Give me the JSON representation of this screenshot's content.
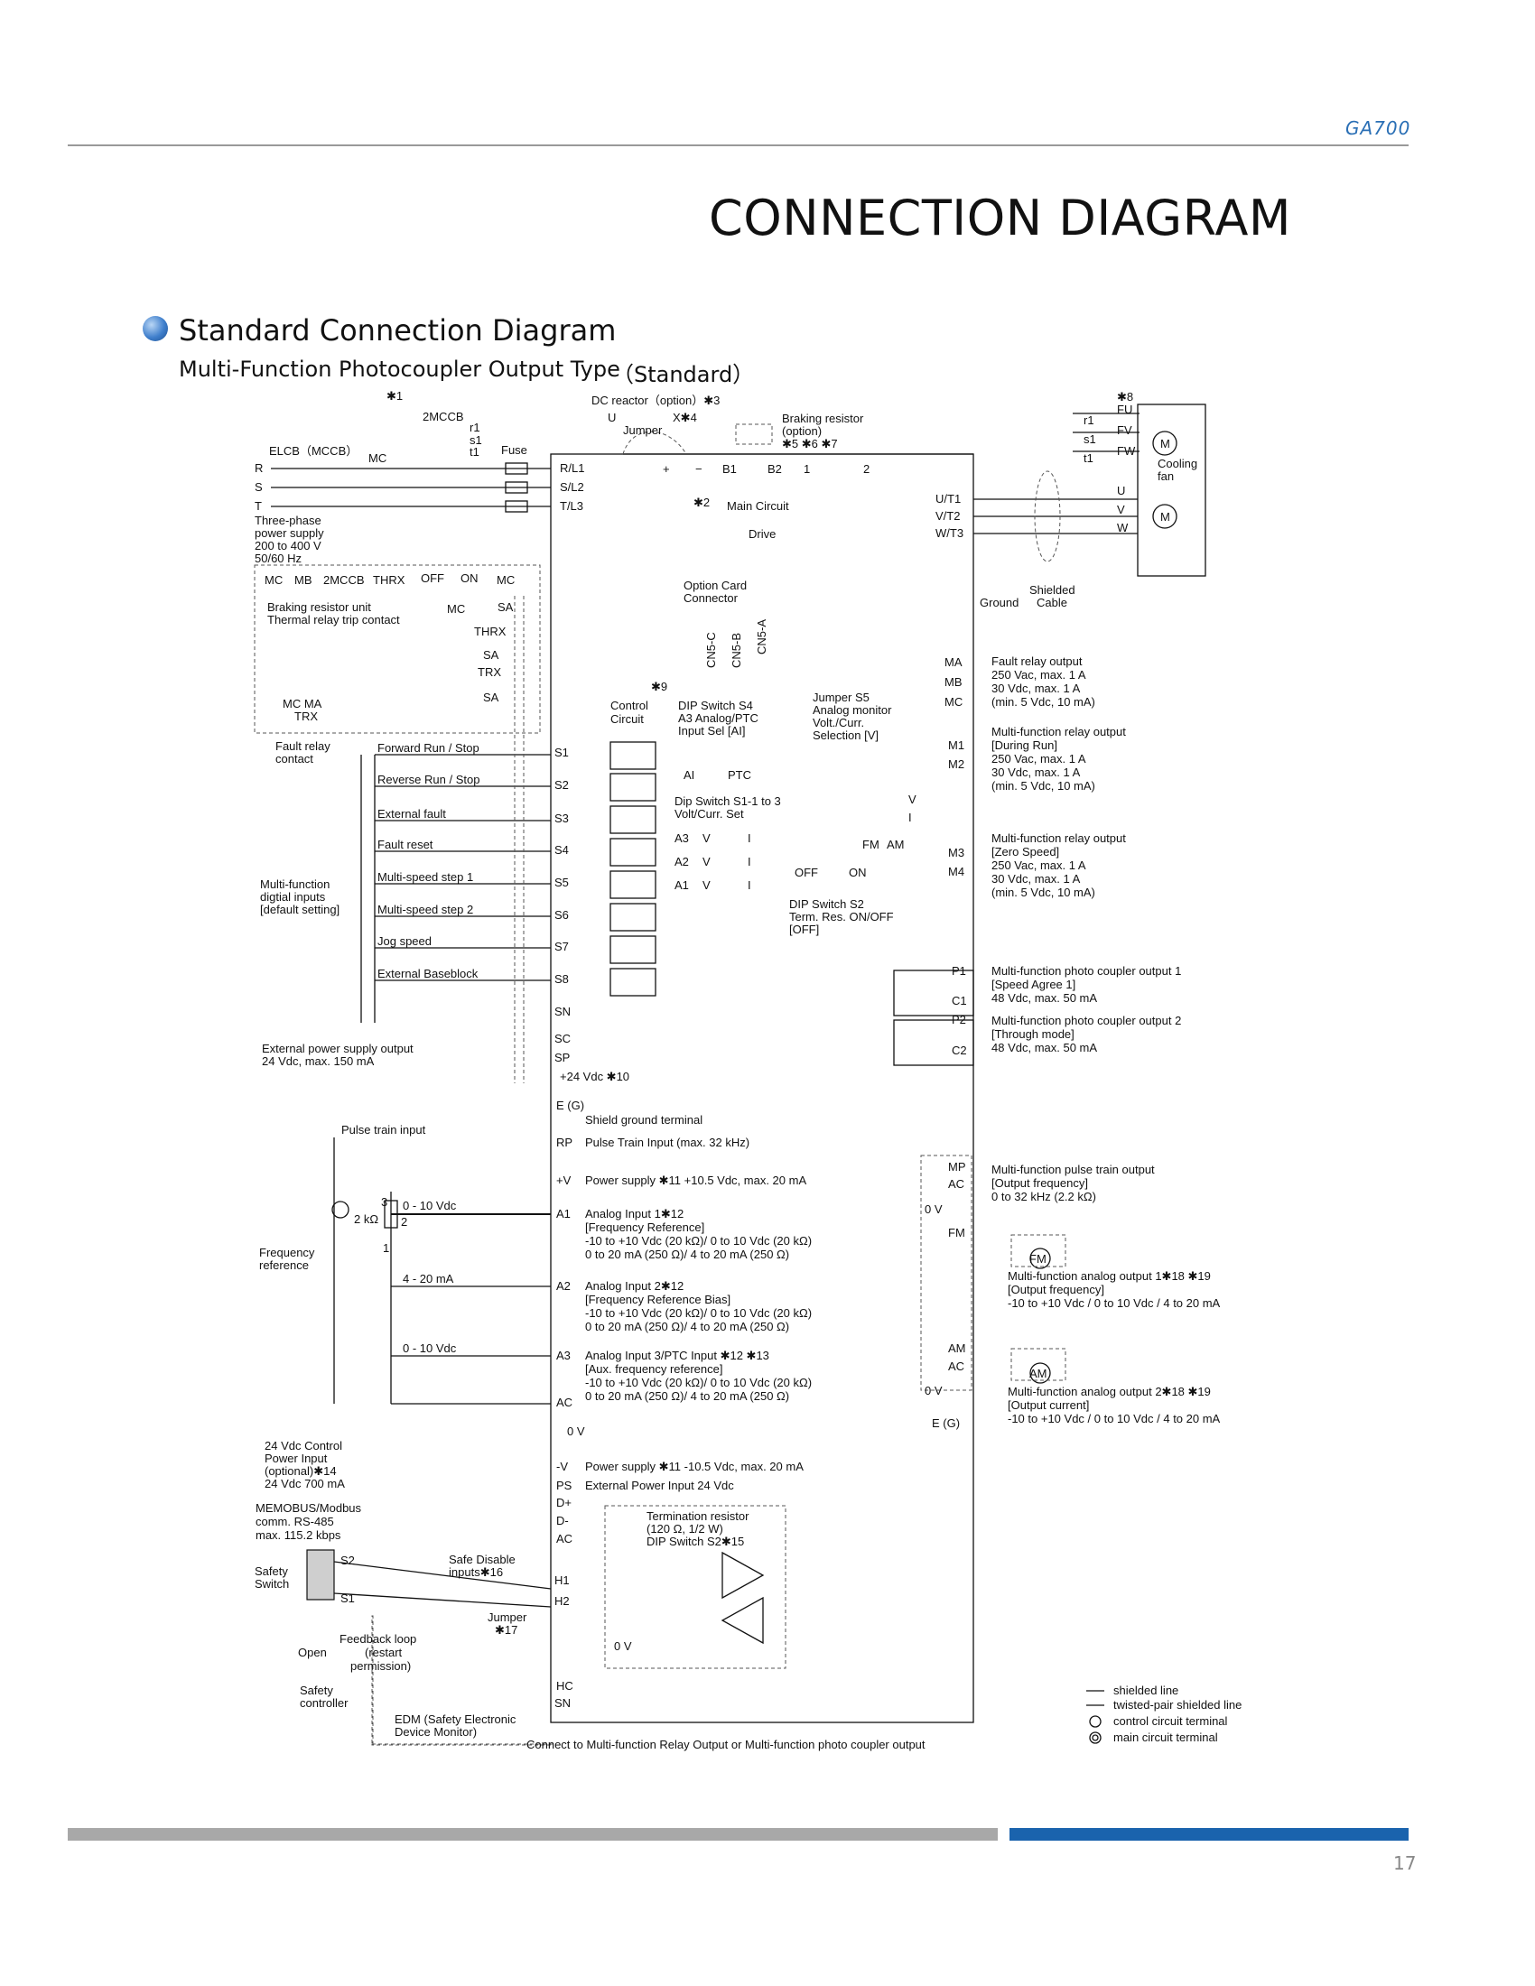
{
  "header": {
    "brand": "GA700",
    "title": "CONNECTION DIAGRAM"
  },
  "section": {
    "heading": "Standard Connection Diagram",
    "subheading": "Multi-Function Photocoupler Output Type",
    "subheading_tag": "（Standard）"
  },
  "footer": {
    "page_number": "17"
  },
  "labels": {
    "note1": "✱1",
    "mccb2": "2MCCB",
    "r1": "r1",
    "s1": "s1",
    "t1": "t1",
    "elcb": "ELCB（MCCB）",
    "mc": "MC",
    "fuse": "Fuse",
    "R": "R",
    "S": "S",
    "T": "T",
    "supply1": "Three-phase",
    "supply2": "power supply",
    "supply3": "200 to 400 V",
    "supply4": "50/60 Hz",
    "dcreactor": "DC reactor（option）✱3",
    "u": "U",
    "x": "X✱4",
    "jumper": "Jumper",
    "brk1": "Braking resistor",
    "brk2": "(option)",
    "brk3": "✱5 ✱6 ✱7",
    "plus": "+",
    "minus": "−",
    "b1": "B1",
    "b2": "B2",
    "one": "1",
    "two": "2",
    "rl1": "R/L1",
    "sl2": "S/L2",
    "tl3": "T/L3",
    "note2": "✱2",
    "main_circuit": "Main Circuit",
    "drive": "Drive",
    "fu": "FU",
    "fv": "FV",
    "fw": "FW",
    "note8": "✱8",
    "cooling1": "Cooling",
    "cooling2": "fan",
    "ut1": "U/T1",
    "vt2": "V/T2",
    "wt3": "W/T3",
    "U": "U",
    "V": "V",
    "W": "W",
    "M": "M",
    "ground": "Ground",
    "shielded1": "Shielded",
    "shielded2": "Cable",
    "thr_mc": "MC",
    "thr_mb": "MB",
    "thr_2mccb": "2MCCB",
    "thrx": "THRX",
    "off": "OFF",
    "on": "ON",
    "bru1": "Braking resistor unit",
    "bru2": "Thermal relay trip contact",
    "sa": "SA",
    "trx": "TRX",
    "mcma": "MC  MA",
    "trx2": "TRX",
    "fault1": "Fault relay",
    "fault2": "contact",
    "optcard1": "Option Card",
    "optcard2": "Connector",
    "cn5c": "CN5-C",
    "cn5b": "CN5-B",
    "cn5a": "CN5-A",
    "ma": "MA",
    "mb": "MB",
    "mc2": "MC",
    "fr1": "Fault relay output",
    "fr2": "250 Vac, max.   1 A",
    "fr3": "30 Vdc, max.   1 A",
    "fr4": "(min. 5 Vdc,  10 mA)",
    "note9": "✱9",
    "ctrl1": "Control",
    "ctrl2": "Circuit",
    "dip4a": "DIP Switch S4",
    "dip4b": "A3 Analog/PTC",
    "dip4c": "Input Sel [AI]",
    "ai": "AI",
    "ptc": "PTC",
    "dip1a": "Dip Switch S1-1 to 3",
    "dip1b": "Volt/Curr. Set",
    "a3": "A3",
    "a2": "A2",
    "a1": "A1",
    "vv": "V",
    "ii": "I",
    "js5a": "Jumper S5",
    "js5b": "Analog monitor",
    "js5c": "Volt./Curr.",
    "js5d": "Selection [V]",
    "fm": "FM",
    "am": "AM",
    "offon_off": "OFF",
    "offon_on": "ON",
    "dip2a": "DIP Switch S2",
    "dip2b": "Term. Res. ON/OFF",
    "dip2c": "[OFF]",
    "m1": "M1",
    "m2": "M2",
    "m3": "M3",
    "m4": "M4",
    "mfr1": "Multi-function relay output",
    "mfr2": "[During Run]",
    "mfr3": "250 Vac, max.   1 A",
    "mfr4": "30 Vdc, max.   1 A",
    "mfr5": "(min. 5 Vdc,  10 mA)",
    "mfr6": "Multi-function relay output",
    "mfr7": "[Zero Speed]",
    "mfr8": "250 Vac, max.   1 A",
    "mfr9": "30 Vdc, max.   1 A",
    "mfr10": "(min. 5 Vdc,  10 mA)",
    "fwd": "Forward Run / Stop",
    "rev": "Reverse Run / Stop",
    "ext": "External fault",
    "reset": "Fault reset",
    "ms1": "Multi-speed step 1",
    "ms2": "Multi-speed step 2",
    "jog": "Jog speed",
    "bb": "External Baseblock",
    "mfi1": "Multi-function",
    "mfi2": "digtial inputs",
    "mfi3": "[default setting]",
    "s1t": "S1",
    "s2t": "S2",
    "s3t": "S3",
    "s4t": "S4",
    "s5t": "S5",
    "s6t": "S6",
    "s7t": "S7",
    "s8t": "S8",
    "sn": "SN",
    "sc": "SC",
    "sp": "SP",
    "v24": "+24 Vdc ✱10",
    "extps1": "External power supply output",
    "extps2": "24 Vdc, max.   150 mA",
    "p1": "P1",
    "c1": "C1",
    "p2": "P2",
    "c2": "C2",
    "pc1": "Multi-function photo coupler output 1",
    "pc2": "[Speed Agree 1]",
    "pc3": "48 Vdc, max.   50 mA",
    "pc4": "Multi-function photo coupler output 2",
    "pc5": "[Through mode]",
    "pc6": "48 Vdc, max.   50 mA",
    "eg": "E (G)",
    "shieldgnd": "Shield ground terminal",
    "rp": "RP",
    "pti": "Pulse Train Input  (max. 32 kHz)",
    "pulse_in": "Pulse train input",
    "pv": "+V",
    "psp": "Power supply ✱11 +10.5 Vdc, max.   20 mA",
    "freq1": "Frequency",
    "freq2": "reference",
    "k2": "2 kΩ",
    "n3": "3",
    "n2": "2",
    "n1": "1",
    "r010a": "0 - 10 Vdc",
    "r420": "4 - 20 mA",
    "r010b": "0 - 10 Vdc",
    "a1t": "A1",
    "a2t": "A2",
    "a3t": "A3",
    "act": "AC",
    "zv": "0 V",
    "ai1a": "Analog Input 1✱12",
    "ai1b": "[Frequency Reference]",
    "ai1c": "-10 to +10 Vdc (20 kΩ)/ 0 to 10 Vdc (20 kΩ)",
    "ai1d": "0 to 20 mA (250 Ω)/ 4 to 20 mA (250 Ω)",
    "ai2a": "Analog Input 2✱12",
    "ai2b": "[Frequency Reference Bias]",
    "ai2c": "-10 to +10 Vdc (20 kΩ)/ 0 to 10 Vdc (20 kΩ)",
    "ai2d": "0 to 20 mA (250 Ω)/ 4 to 20 mA (250 Ω)",
    "ai3a": "Analog Input 3/PTC Input ✱12 ✱13",
    "ai3b": "[Aux. frequency reference]",
    "ai3c": "-10 to +10 Vdc (20 kΩ)/ 0 to 10 Vdc (20 kΩ)",
    "ai3d": "0 to 20 mA (250 Ω)/ 4 to 20 mA (250 Ω)",
    "mp": "MP",
    "ac2": "AC",
    "zv2": "0 V",
    "fm2": "FM",
    "am2": "AM",
    "ac3": "AC",
    "zv3": "0 V",
    "eg2": "E (G)",
    "mpo1": "Multi-function pulse train output",
    "mpo2": "[Output frequency]",
    "mpo3": "0 to 32 kHz (2.2 kΩ)",
    "mao1": "Multi-function analog output 1✱18 ✱19",
    "mao2": "[Output frequency]",
    "mao3": "-10 to +10 Vdc /  0 to 10 Vdc /  4 to 20 mA",
    "mao4": "Multi-function analog output 2✱18 ✱19",
    "mao5": "[Output current]",
    "mao6": "-10 to +10 Vdc /  0 to 10 Vdc /  4 to 20 mA",
    "cp1": "24 Vdc Control",
    "cp2": "Power Input",
    "cp3": "(optional)✱14",
    "cp4": "24 Vdc  700 mA",
    "mv": "-V",
    "psn": "Power supply ✱11 -10.5 Vdc, max.   20 mA",
    "ps": "PS",
    "epi": "External Power Input   24 Vdc",
    "mb1": "MEMOBUS/Modbus",
    "mb2": "comm. RS-485",
    "mb3": "max. 115.2 kbps",
    "dp": "D+",
    "dm": "D-",
    "ac4": "AC",
    "tr1": "Termination resistor",
    "tr2": "(120 Ω, 1/2 W)",
    "tr3": "DIP Switch S2✱15",
    "ss1": "Safety",
    "ss2": "Switch",
    "s2s": "S2",
    "s1s": "S1",
    "sdi1": "Safe Disable",
    "sdi2": "inputs✱16",
    "h1": "H1",
    "h2": "H2",
    "jp17a": "Jumper",
    "jp17b": "✱17",
    "fb1": "Feedback loop",
    "fb2": "(restart",
    "fb3": "permission)",
    "open": "Open",
    "sc1": "Safety",
    "sc2": "controller",
    "zv4": "0 V",
    "hc": "HC",
    "sn2": "SN",
    "edm1": "EDM (Safety Electronic",
    "edm2": "Device Monitor)",
    "connect": "Connect to Multi-function Relay Output or Multi-function photo coupler output",
    "leg1": "shielded line",
    "leg2": "twisted-pair shielded line",
    "leg3": "control circuit terminal",
    "leg4": "main circuit terminal"
  }
}
